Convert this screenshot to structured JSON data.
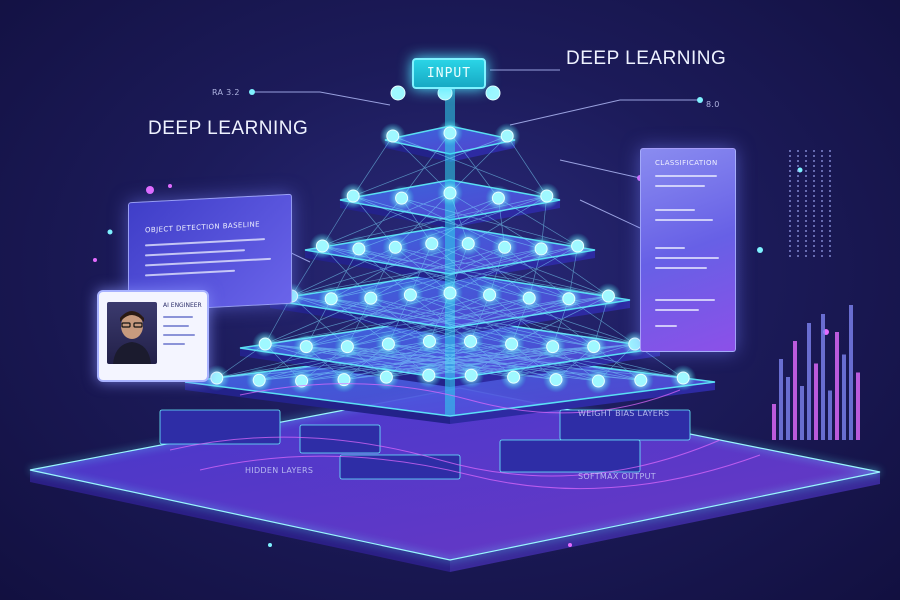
{
  "headings": {
    "right": "DEEP LEARNING",
    "left": "DEEP LEARNING"
  },
  "input_node": {
    "label": "INPUT"
  },
  "tiny_labels": {
    "top_left": "RA 3.2",
    "top_right": "8.0",
    "base_center": "SOFTMAX OUTPUT",
    "base_right": "WEIGHT BIAS LAYERS",
    "base_left": "HIDDEN LAYERS"
  },
  "left_panel": {
    "title": "OBJECT DETECTION BASELINE"
  },
  "right_panel": {
    "title": "CLASSIFICATION"
  },
  "profile_card": {
    "name": "AI ENGINEER"
  },
  "colors": {
    "background": "#1c1b5a",
    "node": "#7ff2ff",
    "layer_top": "#4a57e8",
    "layer_edge": "#5ff0ff",
    "accent_pink": "#e46bff",
    "platform": "#5a3fd0"
  },
  "layers": {
    "count": 6,
    "nodes_per_layer": [
      3,
      5,
      8,
      9,
      10,
      12
    ]
  },
  "icons": {
    "input": "input-node-icon",
    "avatar": "person-avatar-icon",
    "bars": "bar-chart-icon"
  }
}
